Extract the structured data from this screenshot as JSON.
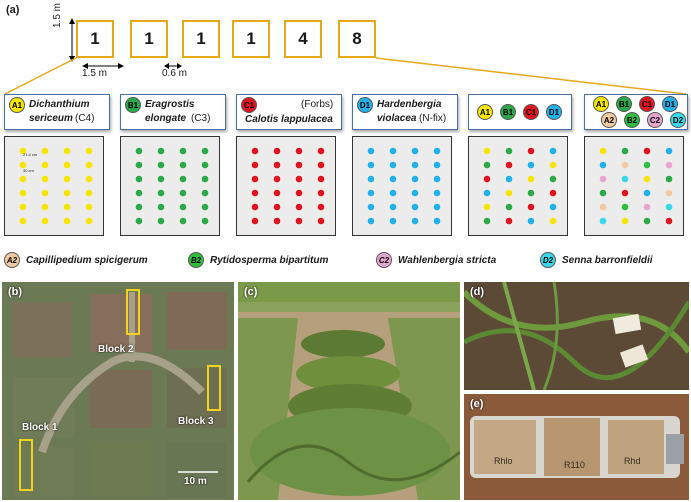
{
  "panel_a": {
    "label": "(a)",
    "plot_counts": [
      "1",
      "1",
      "1",
      "1",
      "4",
      "8"
    ],
    "dims": {
      "height": "1.5 m",
      "width": "1.5 m",
      "gap": "0.6 m"
    },
    "boxes": [
      {
        "badge": "A1",
        "name": "Dichanthium sericeum",
        "name_line1": "Dichanthium",
        "name_line2": "sericeum",
        "extra": "(C4)"
      },
      {
        "badge": "B1",
        "name_line1": "Eragrostis",
        "name_line2": "elongate",
        "extra": "(C3)"
      },
      {
        "badge": "C1",
        "name_line1": "Calotis lappulacea",
        "extra": "(Forbs)"
      },
      {
        "badge": "D1",
        "name_line1": "Hardenbergia",
        "name_line2": "violacea",
        "extra": "(N-fix)"
      }
    ],
    "mix4_badges": [
      "A1",
      "B1",
      "C1",
      "D1"
    ],
    "mix8_badges": [
      "A1",
      "B1",
      "C1",
      "D1",
      "A2",
      "B2",
      "C2",
      "D2"
    ],
    "grid_note": {
      "spacing1": "21.4 cm",
      "spacing2": "30 cm"
    },
    "legend": [
      {
        "badge": "A2",
        "name": "Capillipedium  spicigerum"
      },
      {
        "badge": "B2",
        "name": "Rytidosperma bipartitum"
      },
      {
        "badge": "C2",
        "name": "Wahlenbergia stricta"
      },
      {
        "badge": "D2",
        "name": "Senna barronfieldii"
      }
    ],
    "colors": {
      "A1": "#f5e600",
      "B1": "#2aa84a",
      "C1": "#e0141e",
      "D1": "#21b0e8",
      "A2": "#f2c9a0",
      "B2": "#2dbe3f",
      "C2": "#e8a6cf",
      "D2": "#38d8e8",
      "plot_border": "#e6a818"
    }
  },
  "panel_b": {
    "label": "(b)",
    "blocks": [
      "Block 1",
      "Block 2",
      "Block 3"
    ],
    "scale": "10 m"
  },
  "panel_c": {
    "label": "(c)"
  },
  "panel_d": {
    "label": "(d)"
  },
  "panel_e": {
    "label": "(e)",
    "bag_text": [
      "Rhlo",
      "R110",
      "Rhd"
    ]
  }
}
